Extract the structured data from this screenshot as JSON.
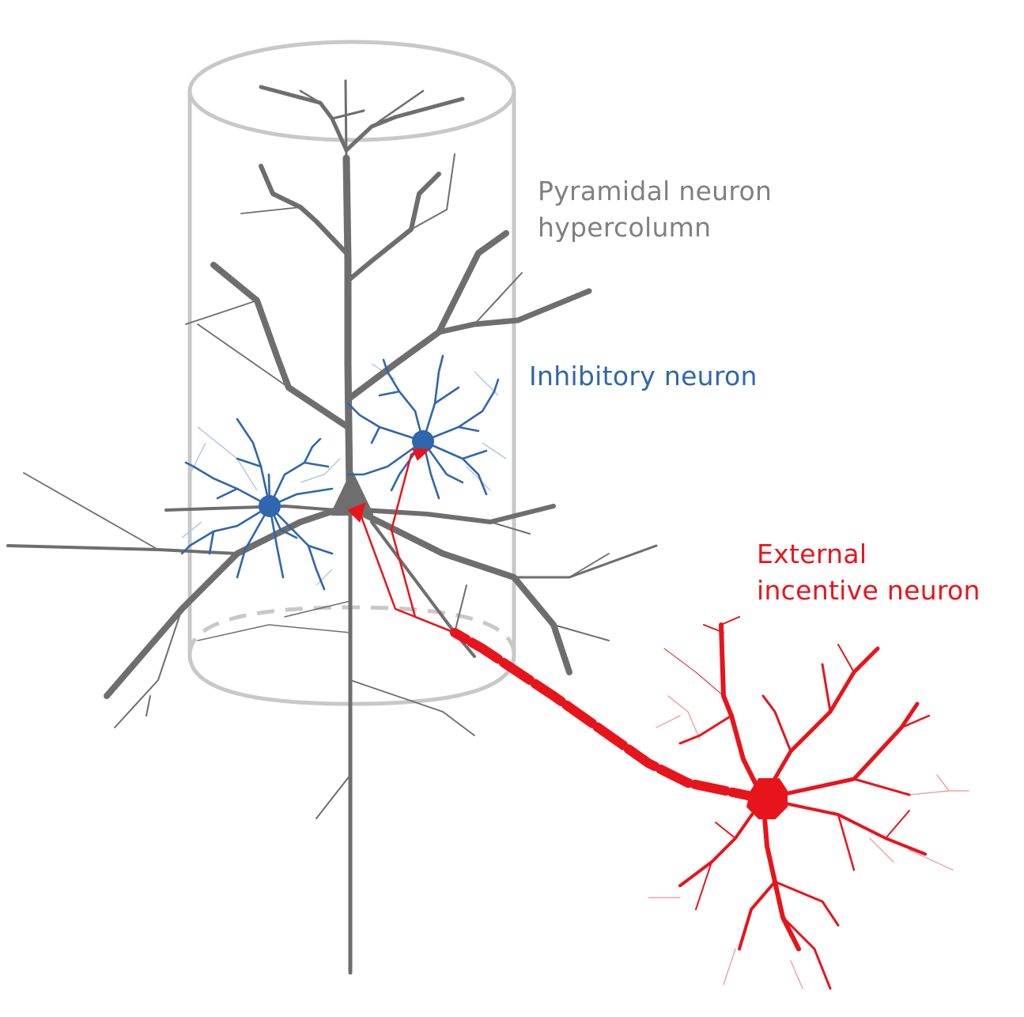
{
  "labels": {
    "pyramidal": {
      "line1": "Pyramidal neuron",
      "line2": "hypercolumn",
      "color": "#808080"
    },
    "inhibitory": {
      "text": "Inhibitory neuron",
      "color": "#2f66ad"
    },
    "external": {
      "line1": "External",
      "line2": "incentive neuron",
      "color": "#e8141c"
    }
  },
  "colors": {
    "cylinder": "#c8c8c8",
    "pyramidal_neuron": "#6e6e6e",
    "pyramidal_thin": "#8a8a8a",
    "inhibitory_neuron": "#2f66ad",
    "inhibitory_faint": "#b8c6dc",
    "external_neuron": "#e8141c",
    "external_faint": "#f2a3a6"
  }
}
